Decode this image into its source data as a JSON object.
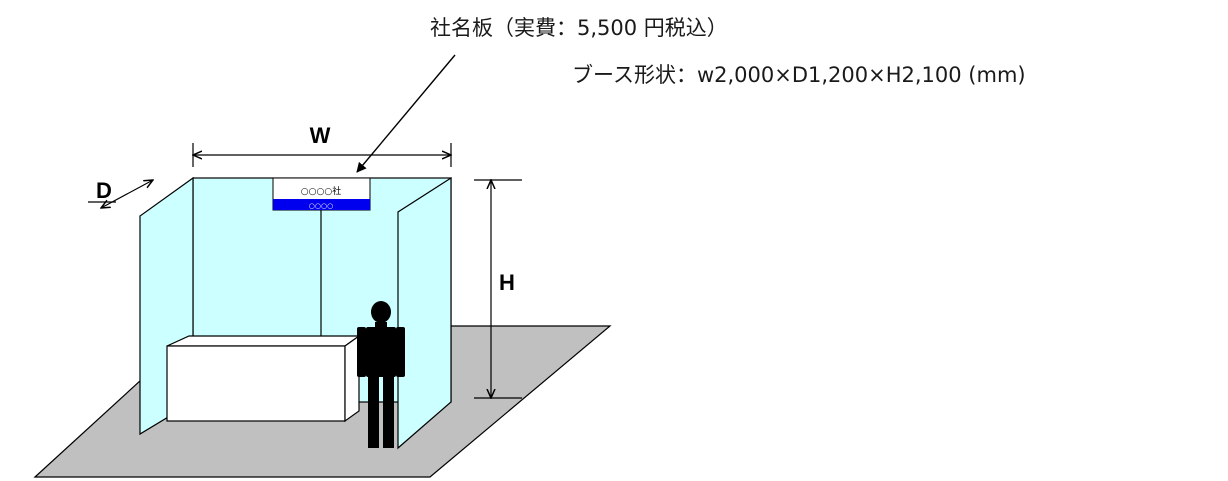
{
  "captions": {
    "sign_plate": "社名板（実費：5,500 円税込）",
    "booth_spec": "ブース形状：w2,000×D1,200×H2,100 (mm)"
  },
  "dimension_labels": {
    "width": "W",
    "depth": "D",
    "height": "H"
  },
  "sign": {
    "company_text": "○○○○社",
    "sub_text": "○○○○"
  },
  "colors": {
    "panel": "#ccffff",
    "floor": "#c0c0c0",
    "sign_band": "#0000ee",
    "outline": "#000000"
  }
}
